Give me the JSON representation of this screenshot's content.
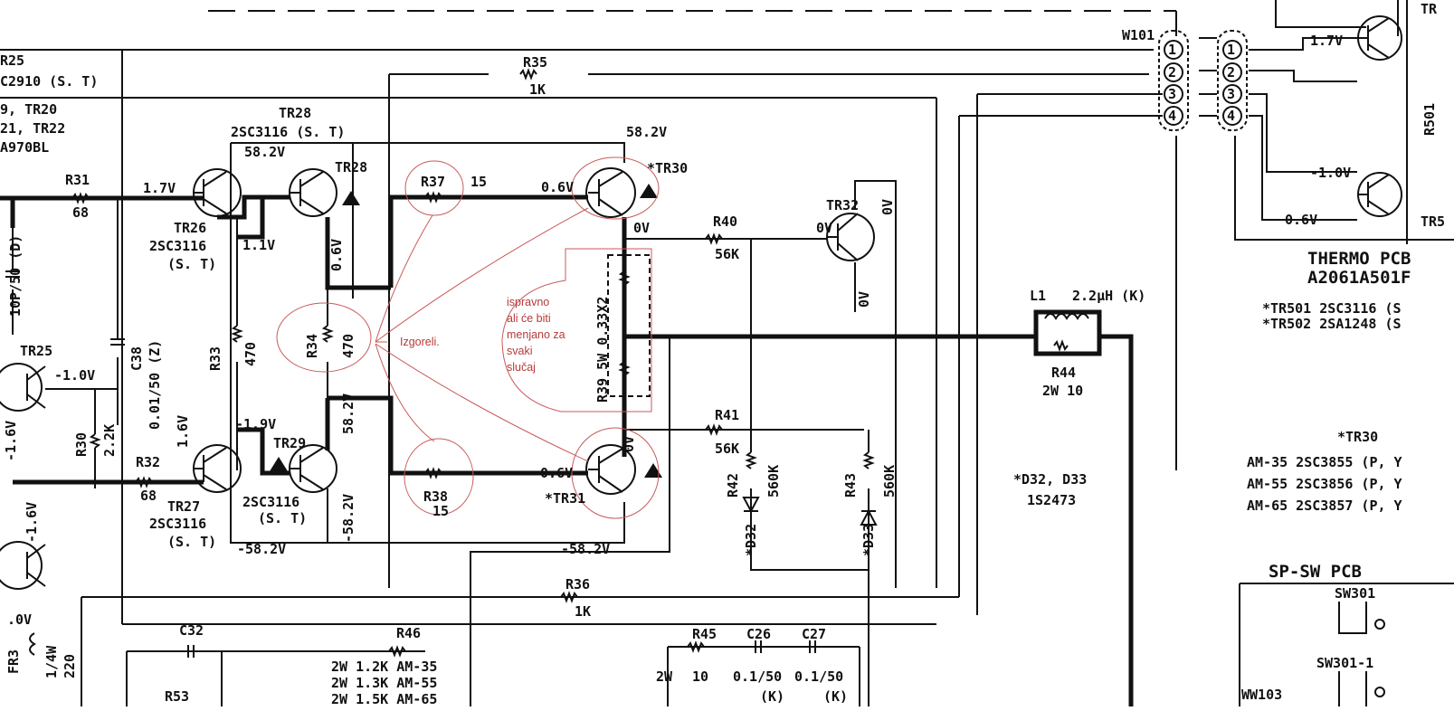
{
  "transistors": {
    "tr25": "TR25",
    "tr26": "TR26",
    "tr27": "TR27",
    "tr28_top": "TR28",
    "tr28_device": "TR28",
    "tr29": "TR29",
    "tr30": "*TR30",
    "tr31": "*TR31",
    "tr32": "TR32",
    "tr26_part": "2SC3116",
    "tr26_suffix": "(S. T)",
    "tr27_part": "2SC3116",
    "tr27_suffix": "(S. T)",
    "tr28_part": "2SC3116 (S. T)",
    "tr29_part": "2SC3116",
    "tr29_suffix": "(S. T)"
  },
  "left_notes": {
    "l1": "R25",
    "l2": "C2910 (S. T)",
    "l3": "9, TR20",
    "l4": "21, TR22",
    "l5": "A970BL"
  },
  "resistors": {
    "r31": "R31",
    "r31_v": "68",
    "r32": "R32",
    "r32_v": "68",
    "r33": "R33",
    "r33_v": "470",
    "r34": "R34",
    "r34_v": "470",
    "r35": "R35",
    "r35_v": "1K",
    "r36": "R36",
    "r36_v": "1K",
    "r37": "R37",
    "r37_v": "15",
    "r38": "R38",
    "r38_v": "15",
    "r39": "R39 5W 0.33X2",
    "r40": "R40",
    "r40_v": "56K",
    "r41": "R41",
    "r41_v": "56K",
    "r42": "R42",
    "r42_v": "560K",
    "r43": "R43",
    "r43_v": "560K",
    "r44": "R44",
    "r44_v": "2W 10",
    "r30": "R30",
    "r30_v": "2.2K",
    "r45": "R45",
    "r45_v": "10",
    "r45_w": "2W",
    "r46": "R46",
    "r53": "R53",
    "fr3": "FR3",
    "fr3_v": "1/4W",
    "fr3_r": "220"
  },
  "r46_rows": [
    "2W 1.2K AM-35",
    "2W 1.3K AM-55",
    "2W 1.5K AM-65"
  ],
  "capacitors": {
    "c38": "C38",
    "c38_v": "0.01/50 (Z)",
    "c10": "10P/50 (D)",
    "c32": "C32",
    "c26": "C26",
    "c26_v": "0.1/50",
    "c26_t": "(K)",
    "c27": "C27",
    "c27_v": "0.1/50",
    "c27_t": "(K)"
  },
  "diodes": {
    "d32": "*D32",
    "d33": "*D33",
    "note_1": "*D32, D33",
    "note_2": "1S2473"
  },
  "inductor": {
    "label": "L1",
    "value": "2.2µH (K)"
  },
  "voltages": {
    "v_58p": "58.2V",
    "v_58p_top": "58.2V",
    "v_58p_vert": "58.2V",
    "v_58n_vert": "-58.2V",
    "v_58n_bottom": "-58.2V",
    "v_58n_left": "-58.2V",
    "v_1p7": "1.7V",
    "v_1p1": "1.1V",
    "v_0p6": "0.6V",
    "v_0p6_vert": "0.6V",
    "v_0v": "0V",
    "v_0v_tr32": "0V",
    "v_0v_right": "0V",
    "v_0v_vert": "0V",
    "v_0v_tr32_top": "0V",
    "v_m1p9": "-1.9V",
    "v_m0p6": "-0.6V",
    "v_m1p0": "-1.0V",
    "v_1p6": "1.6V",
    "v_0v_tr31": "0V",
    "v_m1p6": "-1.6V",
    "v_m1p6_b": "-1.6V",
    "v_0v_bottom": ".0V",
    "v_r_1p7": "1.7V",
    "v_r_m1p0": "-1.0V",
    "v_r_0p6": "0.6V",
    "v_0p6_r": "0.6V"
  },
  "connectors": {
    "w101": "W101",
    "pins": [
      "1",
      "2",
      "3",
      "4"
    ],
    "w103": "WW103"
  },
  "thermo": {
    "title": "THERMO PCB",
    "part": "A2061A501F",
    "tr501": "*TR501  2SC3116 (S",
    "tr502": "*TR502  2SA1248 (S",
    "side": "R501",
    "side_tr": "TR5",
    "side_tr_top": "TR"
  },
  "tr30_table": {
    "title": "*TR30",
    "rows": [
      "AM-35  2SC3855 (P, Y",
      "AM-55  2SC3856 (P, Y",
      "AM-65  2SC3857 (P, Y"
    ]
  },
  "spsw": {
    "title": "SP-SW PCB",
    "sw301": "SW301",
    "sw301_1": "SW301-1"
  },
  "annotations": {
    "burned": "Izgoreli.",
    "ok_line1": "ispravno",
    "ok_line2": "ali će biti",
    "ok_line3": "menjano za",
    "ok_line4": "svaki",
    "ok_line5": "slučaj"
  }
}
